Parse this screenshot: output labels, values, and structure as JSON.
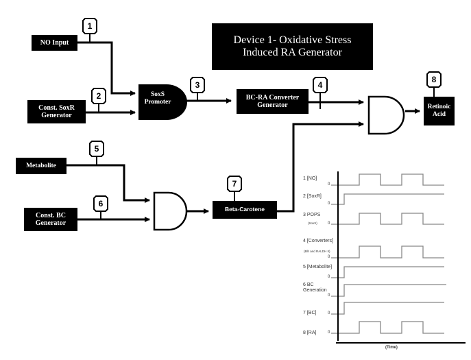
{
  "title": "Device 1- Oxidative Stress\nInduced RA Generator",
  "blocks": {
    "no_input": "NO  Input",
    "soxr_gen": "Const. SoxR\nGenerator",
    "soxs_promoter": "SoxS\nPromoter",
    "bcra_converter": "BC-RA Converter\nGenerator",
    "retinoic_acid": "Retinoic\nAcid",
    "metabolite": "Metabolite",
    "bc_gen": "Const. BC\nGenerator",
    "beta_carotene": "Beta-Carotene"
  },
  "probes": [
    "1",
    "2",
    "3",
    "4",
    "5",
    "6",
    "7",
    "8"
  ],
  "timing": {
    "xlabel": "(Time)",
    "zero_label": "0",
    "signals": [
      {
        "label": "1 [NO]",
        "sublabel": "",
        "pattern": "pulse"
      },
      {
        "label": "2 [SoxR]",
        "sublabel": "",
        "pattern": "step"
      },
      {
        "label": "3 POPS",
        "sublabel": "(SoxS)",
        "pattern": "pulse"
      },
      {
        "label": "4 [Converters]",
        "sublabel": "(Blh and RALDH II)",
        "pattern": "pulse"
      },
      {
        "label": "5 [Metabolite]",
        "sublabel": "",
        "pattern": "step"
      },
      {
        "label": "6 BC\nGeneration",
        "sublabel": "",
        "pattern": "step"
      },
      {
        "label": "7 [BC]",
        "sublabel": "",
        "pattern": "step"
      },
      {
        "label": "8 [RA]",
        "sublabel": "",
        "pattern": "pulse"
      }
    ]
  }
}
